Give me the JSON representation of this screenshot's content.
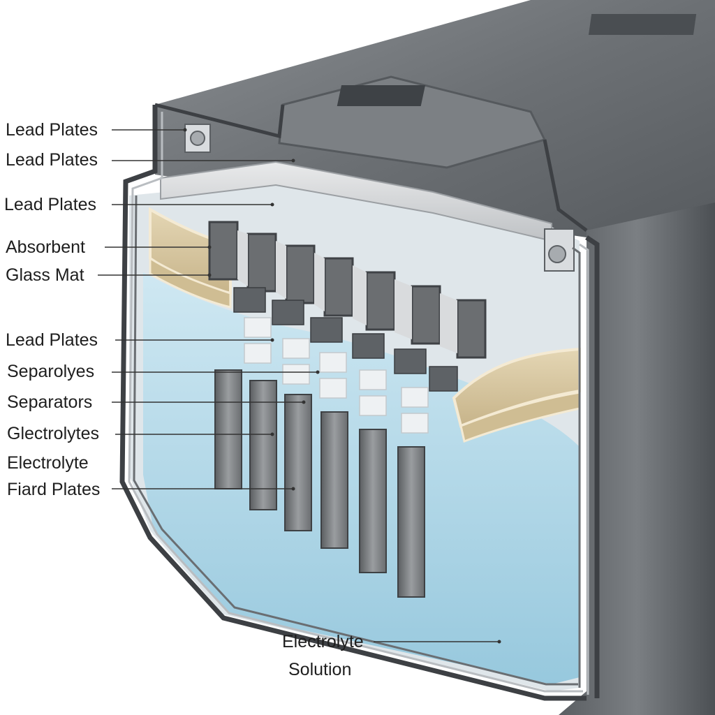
{
  "labels": [
    {
      "id": "lead-plates-1",
      "text": "Lead Plates"
    },
    {
      "id": "lead-plates-2",
      "text": "Lead Plates"
    },
    {
      "id": "lead-plates-3",
      "text": "Lead Plates"
    },
    {
      "id": "absorbent",
      "text": "Absorbent"
    },
    {
      "id": "glass-mat",
      "text": "Glass Mat"
    },
    {
      "id": "lead-plates-4",
      "text": "Lead Plates"
    },
    {
      "id": "separolyes",
      "text": "Separolyes"
    },
    {
      "id": "separators",
      "text": "Separators"
    },
    {
      "id": "glectrolytes",
      "text": "Glectrolytes"
    },
    {
      "id": "electrolyte",
      "text": "Electrolyte"
    },
    {
      "id": "fiard-plates",
      "text": "Fiard Plates"
    },
    {
      "id": "electrolyte-solution-1",
      "text": "Electrolyte"
    },
    {
      "id": "electrolyte-solution-2",
      "text": "Solution"
    }
  ],
  "colors": {
    "casing": "#6f7377",
    "casing_dark": "#3d4044",
    "casing_light": "#a7abaf",
    "electrolyte": "#a9d3e6",
    "glass_mat": "#d8c7a2",
    "plates": "#7a7d80",
    "leader_line": "#333333"
  }
}
